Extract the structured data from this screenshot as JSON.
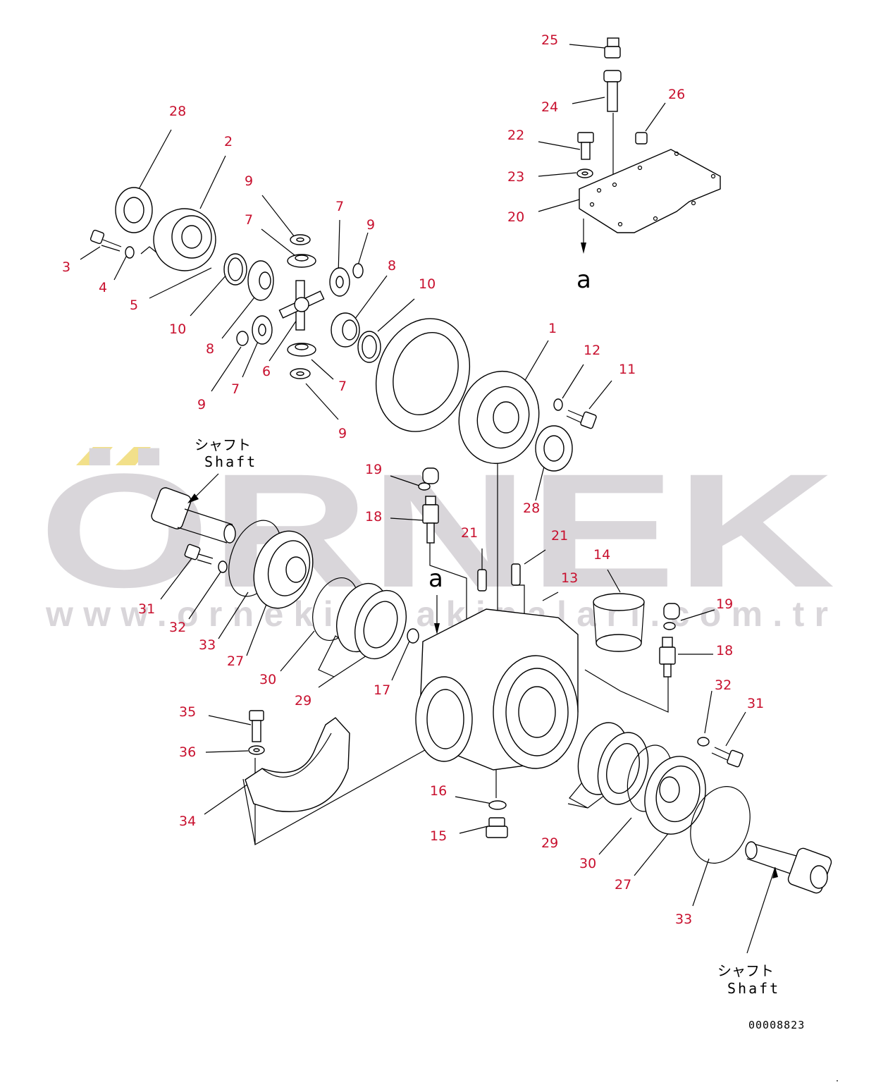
{
  "diagram_code": "00008823",
  "watermark": {
    "brand": "ÖRNEK",
    "url": "www.ornekiomakinalari.com.tr",
    "color": "#d9d6da",
    "accent": "#f2e08a"
  },
  "callout_color": "#c8102e",
  "view_marker": "a",
  "shaft_label_jp": "シャフト",
  "shaft_label_en": "Shaft",
  "callouts": {
    "c1": "1",
    "c2": "2",
    "c3": "3",
    "c4": "4",
    "c5": "5",
    "c6": "6",
    "c7a": "7",
    "c7b": "7",
    "c7c": "7",
    "c7d": "7",
    "c8a": "8",
    "c8b": "8",
    "c9a": "9",
    "c9b": "9",
    "c9c": "9",
    "c9d": "9",
    "c10a": "10",
    "c10b": "10",
    "c11": "11",
    "c12": "12",
    "c13": "13",
    "c14": "14",
    "c15": "15",
    "c16": "16",
    "c17": "17",
    "c18a": "18",
    "c18b": "18",
    "c19a": "19",
    "c19b": "19",
    "c20": "20",
    "c21a": "21",
    "c21b": "21",
    "c22": "22",
    "c23": "23",
    "c24": "24",
    "c25": "25",
    "c26": "26",
    "c27a": "27",
    "c27b": "27",
    "c28a": "28",
    "c28b": "28",
    "c29a": "29",
    "c29b": "29",
    "c30a": "30",
    "c30b": "30",
    "c31a": "31",
    "c31b": "31",
    "c32a": "32",
    "c32b": "32",
    "c33a": "33",
    "c33b": "33",
    "c34": "34",
    "c35": "35",
    "c36": "36"
  }
}
